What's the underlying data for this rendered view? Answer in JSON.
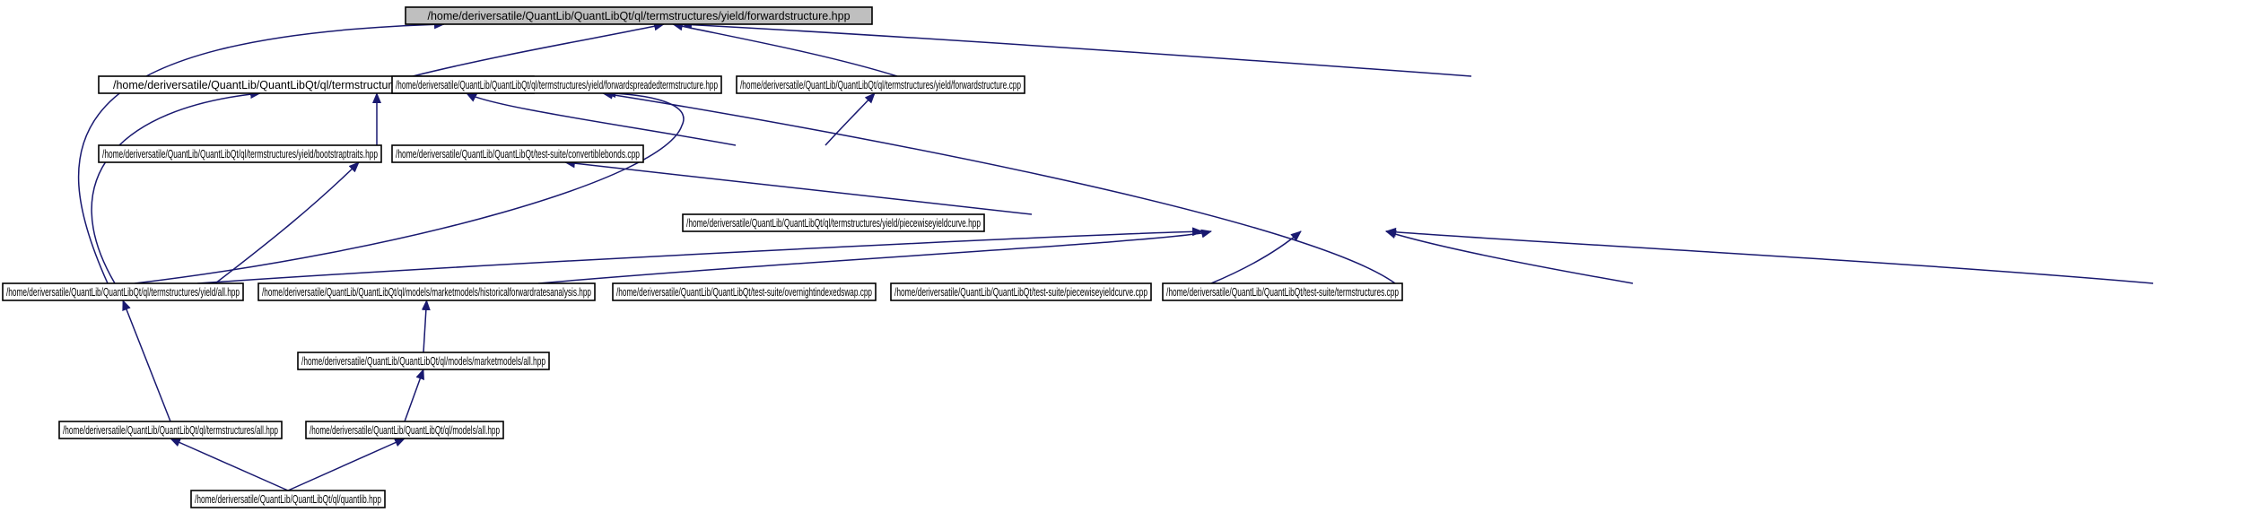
{
  "colors": {
    "edge": "#191970",
    "root_fill": "#bfbfbf",
    "node_fill": "#ffffff",
    "border": "#000000"
  },
  "nodes": [
    {
      "id": "forwardstructure_hpp",
      "label": "/home/deriversatile/QuantLib/QuantLibQt/ql/termstructures/yield/forwardstructure.hpp",
      "root": true
    },
    {
      "id": "forwardcurve_hpp",
      "label": "/home/deriversatile/QuantLib/QuantLibQt/ql/termstructures/yield/forwardcurve.hpp"
    },
    {
      "id": "forwardspreaded_hpp",
      "label": "/home/deriversatile/QuantLib/QuantLibQt/ql/termstructures/yield/forwardspreadedtermstructure.hpp"
    },
    {
      "id": "forwardstructure_cpp",
      "label": "/home/deriversatile/QuantLib/QuantLibQt/ql/termstructures/yield/forwardstructure.cpp"
    },
    {
      "id": "bootstraptraits_hpp",
      "label": "/home/deriversatile/QuantLib/QuantLibQt/ql/termstructures/yield/bootstraptraits.hpp"
    },
    {
      "id": "convertiblebonds_cpp",
      "label": "/home/deriversatile/QuantLib/QuantLibQt/test-suite/convertiblebonds.cpp"
    },
    {
      "id": "piecewiseyieldcurve_hpp",
      "label": "/home/deriversatile/QuantLib/QuantLibQt/ql/termstructures/yield/piecewiseyieldcurve.hpp"
    },
    {
      "id": "yield_all_hpp",
      "label": "/home/deriversatile/QuantLib/QuantLibQt/ql/termstructures/yield/all.hpp"
    },
    {
      "id": "historicalforwardratesanalysis_hpp",
      "label": "/home/deriversatile/QuantLib/QuantLibQt/ql/models/marketmodels/historicalforwardratesanalysis.hpp"
    },
    {
      "id": "overnightindexedswap_cpp",
      "label": "/home/deriversatile/QuantLib/QuantLibQt/test-suite/overnightindexedswap.cpp"
    },
    {
      "id": "piecewiseyieldcurve_cpp",
      "label": "/home/deriversatile/QuantLib/QuantLibQt/test-suite/piecewiseyieldcurve.cpp"
    },
    {
      "id": "termstructures_cpp",
      "label": "/home/deriversatile/QuantLib/QuantLibQt/test-suite/termstructures.cpp"
    },
    {
      "id": "marketmodels_all_hpp",
      "label": "/home/deriversatile/QuantLib/QuantLibQt/ql/models/marketmodels/all.hpp"
    },
    {
      "id": "termstructures_all_hpp",
      "label": "/home/deriversatile/QuantLib/QuantLibQt/ql/termstructures/all.hpp"
    },
    {
      "id": "models_all_hpp",
      "label": "/home/deriversatile/QuantLib/QuantLibQt/ql/models/all.hpp"
    },
    {
      "id": "quantlib_hpp",
      "label": "/home/deriversatile/QuantLib/QuantLibQt/ql/quantlib.hpp"
    }
  ],
  "edges": [
    {
      "from": "forwardcurve_hpp",
      "to": "forwardstructure_hpp"
    },
    {
      "from": "forwardspreaded_hpp",
      "to": "forwardstructure_hpp"
    },
    {
      "from": "forwardstructure_cpp",
      "to": "forwardstructure_hpp"
    },
    {
      "from": "yield_all_hpp",
      "to": "forwardstructure_hpp"
    },
    {
      "from": "bootstraptraits_hpp",
      "to": "forwardcurve_hpp"
    },
    {
      "from": "convertiblebonds_cpp",
      "to": "forwardcurve_hpp"
    },
    {
      "from": "yield_all_hpp",
      "to": "forwardcurve_hpp"
    },
    {
      "from": "convertiblebonds_cpp",
      "to": "forwardspreaded_hpp"
    },
    {
      "from": "yield_all_hpp",
      "to": "forwardspreaded_hpp"
    },
    {
      "from": "termstructures_cpp",
      "to": "forwardspreaded_hpp"
    },
    {
      "from": "yield_all_hpp",
      "to": "bootstraptraits_hpp"
    },
    {
      "from": "piecewiseyieldcurve_hpp",
      "to": "bootstraptraits_hpp"
    },
    {
      "from": "yield_all_hpp",
      "to": "piecewiseyieldcurve_hpp"
    },
    {
      "from": "historicalforwardratesanalysis_hpp",
      "to": "piecewiseyieldcurve_hpp"
    },
    {
      "from": "overnightindexedswap_cpp",
      "to": "piecewiseyieldcurve_hpp"
    },
    {
      "from": "piecewiseyieldcurve_cpp",
      "to": "piecewiseyieldcurve_hpp"
    },
    {
      "from": "termstructures_cpp",
      "to": "piecewiseyieldcurve_hpp"
    },
    {
      "from": "termstructures_all_hpp",
      "to": "yield_all_hpp"
    },
    {
      "from": "marketmodels_all_hpp",
      "to": "historicalforwardratesanalysis_hpp"
    },
    {
      "from": "models_all_hpp",
      "to": "marketmodels_all_hpp"
    },
    {
      "from": "quantlib_hpp",
      "to": "termstructures_all_hpp"
    },
    {
      "from": "quantlib_hpp",
      "to": "models_all_hpp"
    }
  ]
}
